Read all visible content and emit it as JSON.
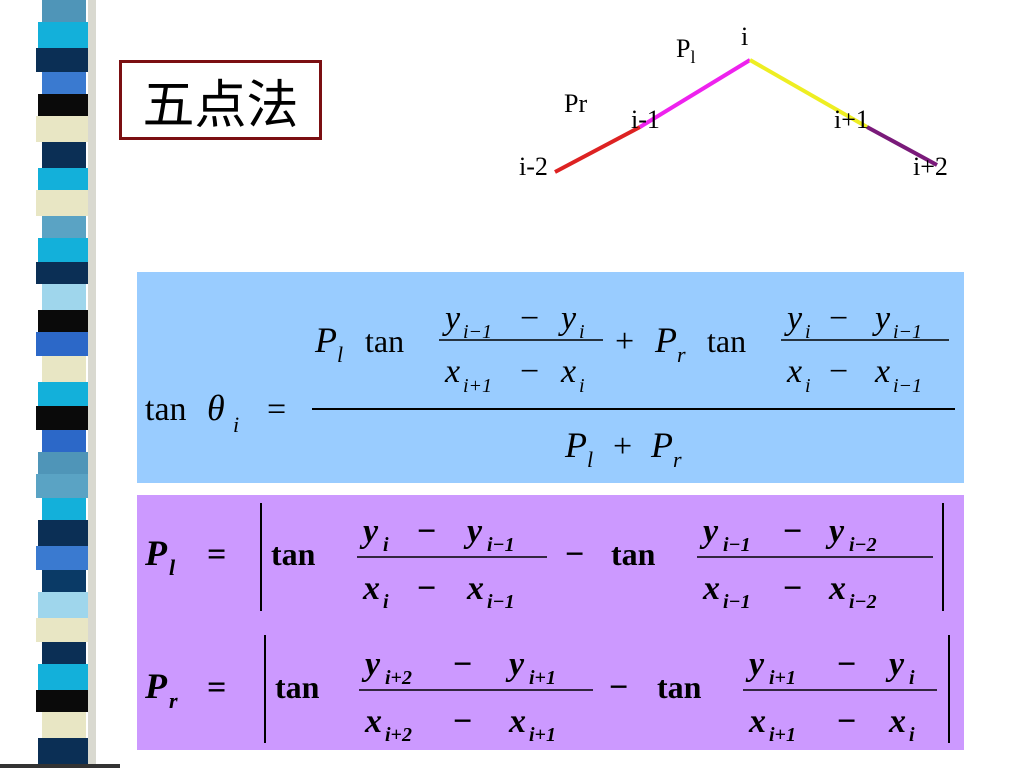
{
  "title": "五点法",
  "diagram": {
    "labels": {
      "i": "i",
      "i_minus_1": "i-1",
      "i_plus_1": "i+1",
      "i_minus_2": "i-2",
      "i_plus_2": "i+2",
      "pl_base": "P",
      "pl_sub": "l",
      "pr": "Pr"
    },
    "segment_colors": {
      "left_outer": "#dd2222",
      "left_inner": "#ee22ee",
      "right_inner": "#eeee22",
      "right_outer": "#7a1a7a"
    }
  },
  "formula_main": {
    "lhs_func": "tan",
    "lhs_var": "θ",
    "lhs_sub": "i",
    "eq": "=",
    "P": "P",
    "sub_l": "l",
    "sub_r": "r",
    "tan": "tan",
    "plus": "+",
    "minus": "−",
    "y": "y",
    "x": "x",
    "sub_i": "i",
    "sub_im1": "i−1",
    "sub_ip1": "i+1"
  },
  "formula_pl": {
    "P": "P",
    "sub": "l",
    "eq": "=",
    "tan": "tan",
    "minus": "−",
    "y": "y",
    "x": "x",
    "sub_i": "i",
    "sub_im1": "i−1",
    "sub_im2": "i−2"
  },
  "formula_pr": {
    "P": "P",
    "sub": "r",
    "eq": "=",
    "tan": "tan",
    "minus": "−",
    "y": "y",
    "x": "x",
    "sub_i": "i",
    "sub_ip1": "i+1",
    "sub_ip2": "i+2"
  },
  "colors": {
    "blue_panel": "#99ccff",
    "purple_panel": "#cc99ff",
    "title_border": "#7b0f12"
  }
}
